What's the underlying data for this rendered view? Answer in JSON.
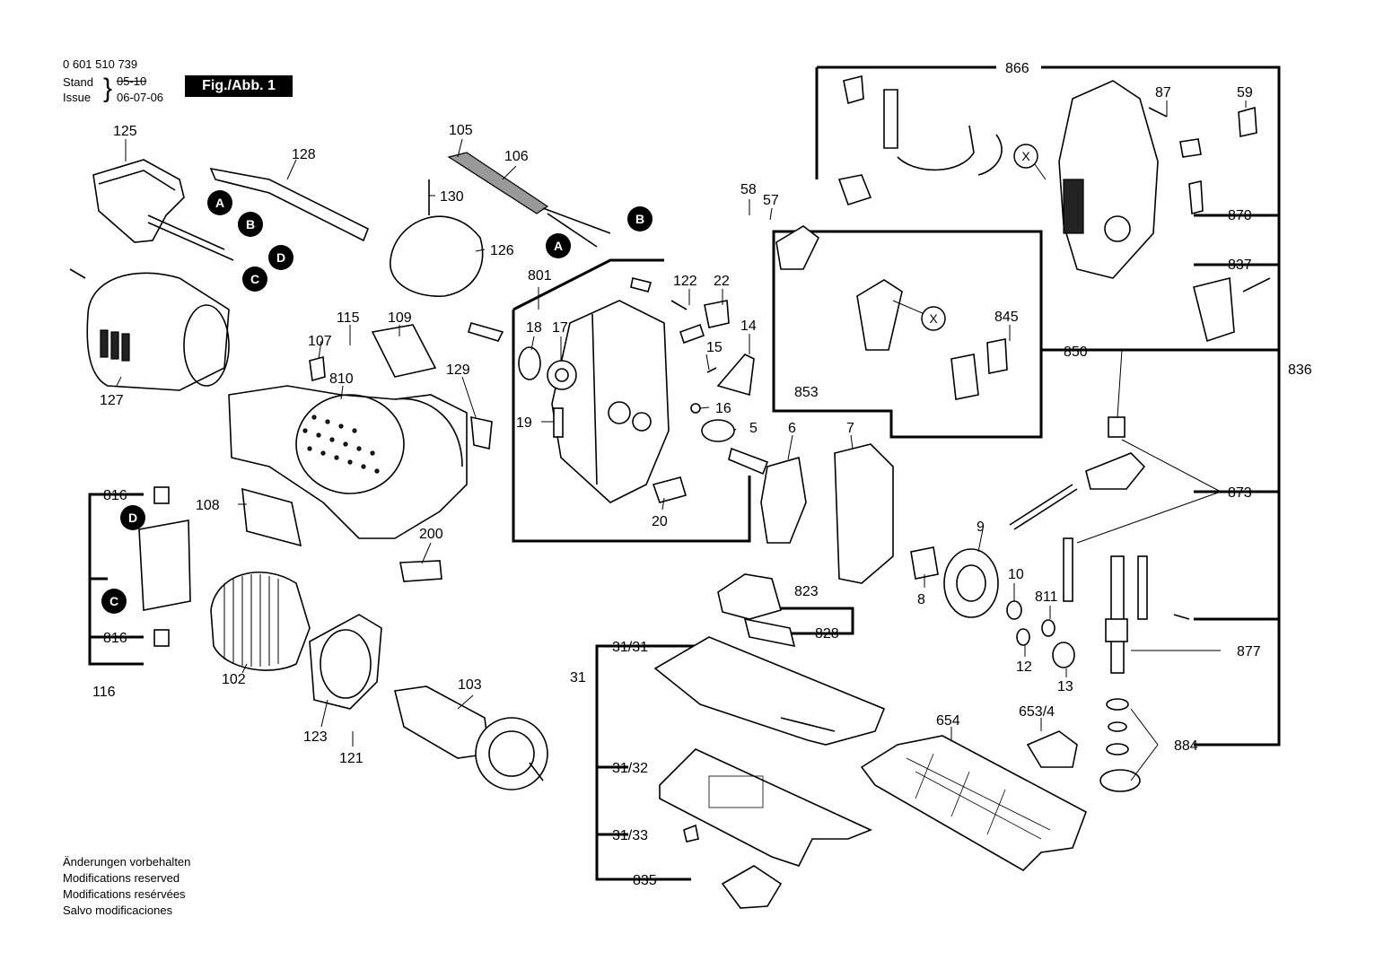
{
  "header": {
    "part_number": "0 601 510 739",
    "stand_label": "Stand",
    "stand_value": "05-10",
    "issue_label": "Issue",
    "issue_value": "06-07-06",
    "figure_label": "Fig./Abb. 1"
  },
  "footer": {
    "lines": [
      "Änderungen vorbehalten",
      "Modifications reserved",
      "Modifications resérvées",
      "Salvo modificaciones"
    ]
  },
  "callouts": {
    "c125": "125",
    "c128": "128",
    "c105": "105",
    "c106": "106",
    "c130": "130",
    "c126": "126",
    "c127": "127",
    "c115": "115",
    "c109": "109",
    "c107": "107",
    "c810": "810",
    "c129": "129",
    "c801": "801",
    "c18": "18",
    "c17": "17",
    "c122": "122",
    "c22": "22",
    "c14": "14",
    "c15": "15",
    "c16": "16",
    "c19": "19",
    "c5": "5",
    "c20": "20",
    "c6": "6",
    "c7": "7",
    "c58": "58",
    "c57": "57",
    "c853": "853",
    "c845": "845",
    "c850": "850",
    "c866": "866",
    "c87": "87",
    "c59": "59",
    "c870": "870",
    "c837": "837",
    "c836": "836",
    "c873": "873",
    "c877": "877",
    "c884": "884",
    "c816a": "816",
    "c816b": "816",
    "c116": "116",
    "c108": "108",
    "c200": "200",
    "c102": "102",
    "c123": "123",
    "c121": "121",
    "c103": "103",
    "c823": "823",
    "c828": "828",
    "c9": "9",
    "c8": "8",
    "c10": "10",
    "c811": "811",
    "c12": "12",
    "c13": "13",
    "c31": "31",
    "c3131": "31/31",
    "c3132": "31/32",
    "c3133": "31/33",
    "c835": "835",
    "c654": "654",
    "c6534": "653/4"
  },
  "markers": {
    "a1": "A",
    "b1": "B",
    "d1": "D",
    "c1": "C",
    "a2": "A",
    "b2": "B",
    "d2": "D",
    "c2": "C",
    "x1": "X",
    "x2": "X"
  }
}
